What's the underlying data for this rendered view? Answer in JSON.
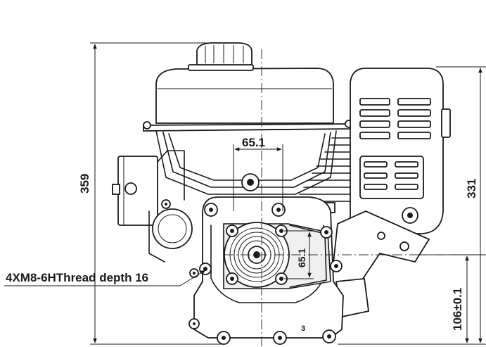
{
  "dimensions": {
    "overall_height": "359",
    "right_height": "331",
    "horizontal_spacing": "65.1",
    "vertical_spacing": "65.1",
    "shaft_height": "106±0.1"
  },
  "annotations": {
    "thread_note": "4XM8-6HThread depth 16",
    "small_label": "3"
  }
}
